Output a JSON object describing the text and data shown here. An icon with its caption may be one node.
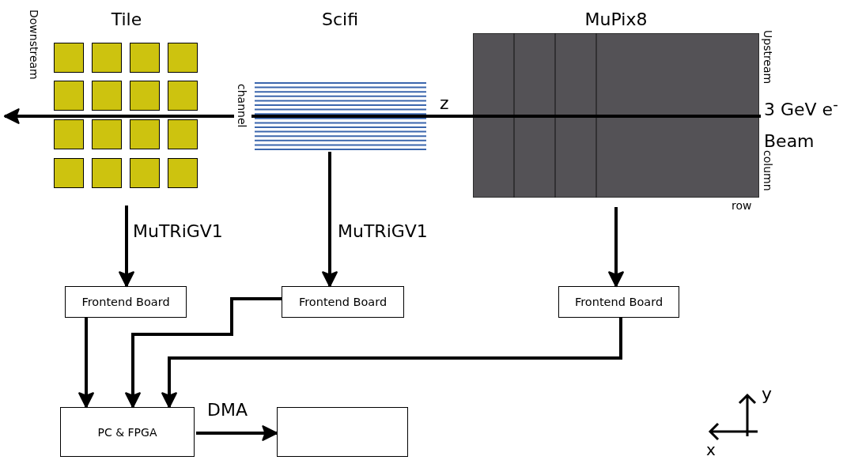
{
  "diagram": {
    "nodes": [
      {
        "text": [
          "Tile"
        ]
      },
      {
        "text": [
          "Scifi"
        ]
      },
      {
        "text": [
          "MuPix8"
        ]
      },
      {
        "text": [
          "Frontend Board"
        ]
      },
      {
        "text": [
          "Frontend Board"
        ]
      },
      {
        "text": [
          "Frontend Board"
        ]
      },
      {
        "text": [
          "PC & FPGA"
        ]
      },
      {
        "text": [],
        "shape": "box"
      }
    ],
    "edges": [
      {
        "from": 0,
        "to": 3,
        "arrow": "to",
        "label": "MuTRiGV1"
      },
      {
        "from": 1,
        "to": 4,
        "arrow": "to",
        "label": "MuTRiGV1"
      },
      {
        "from": 2,
        "to": 5,
        "arrow": "to"
      },
      {
        "from": 3,
        "to": 6,
        "arrow": "to"
      },
      {
        "from": 4,
        "to": 6,
        "arrow": "to"
      },
      {
        "from": 5,
        "to": 6,
        "arrow": "to"
      },
      {
        "from": 6,
        "to": 7,
        "arrow": "to",
        "label": "DMA"
      }
    ],
    "labels": [
      "Downstream",
      "channel",
      "z",
      "Upstream",
      "3 GeV e$^{-}$ Beam",
      "column",
      "row",
      "y",
      "x"
    ]
  }
}
